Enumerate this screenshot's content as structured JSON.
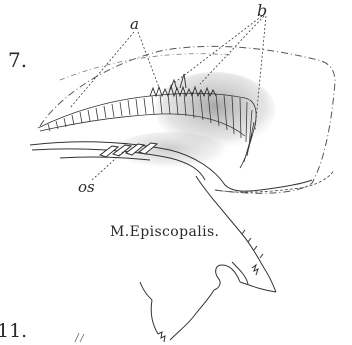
{
  "labels": {
    "figure_number": "7.",
    "label_a": "a",
    "label_b": "b",
    "label_os": "os",
    "caption": "M.Episcopalis.",
    "next_figure_number": "11."
  },
  "colors": {
    "ink": "#2a2a2a",
    "shading": "#9a9a9a",
    "paper": "#ffffff"
  }
}
